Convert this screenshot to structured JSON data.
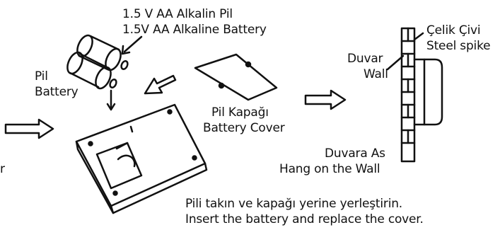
{
  "labels": {
    "aa_battery_tr": "1.5 V AA Alkalin Pil",
    "aa_battery_en": "1.5V AA Alkaline Battery",
    "battery_tr": "Pil",
    "battery_en": "Battery",
    "cover_tr": "Pil Kapağı",
    "cover_en": "Battery Cover",
    "wall_tr": "Duvar",
    "wall_en": "Wall",
    "spike_tr": "Çelik Çivi",
    "spike_en": "Steel spike",
    "hang_tr": "Duvara As",
    "hang_en": "Hang on the Wall",
    "instruction_tr": "Pili takın ve kapağı yerine yerleştirin.",
    "instruction_en": "Insert the battery and replace the cover.",
    "cut_off_left": "r"
  },
  "colors": {
    "line": "#111111",
    "background": "#ffffff"
  }
}
